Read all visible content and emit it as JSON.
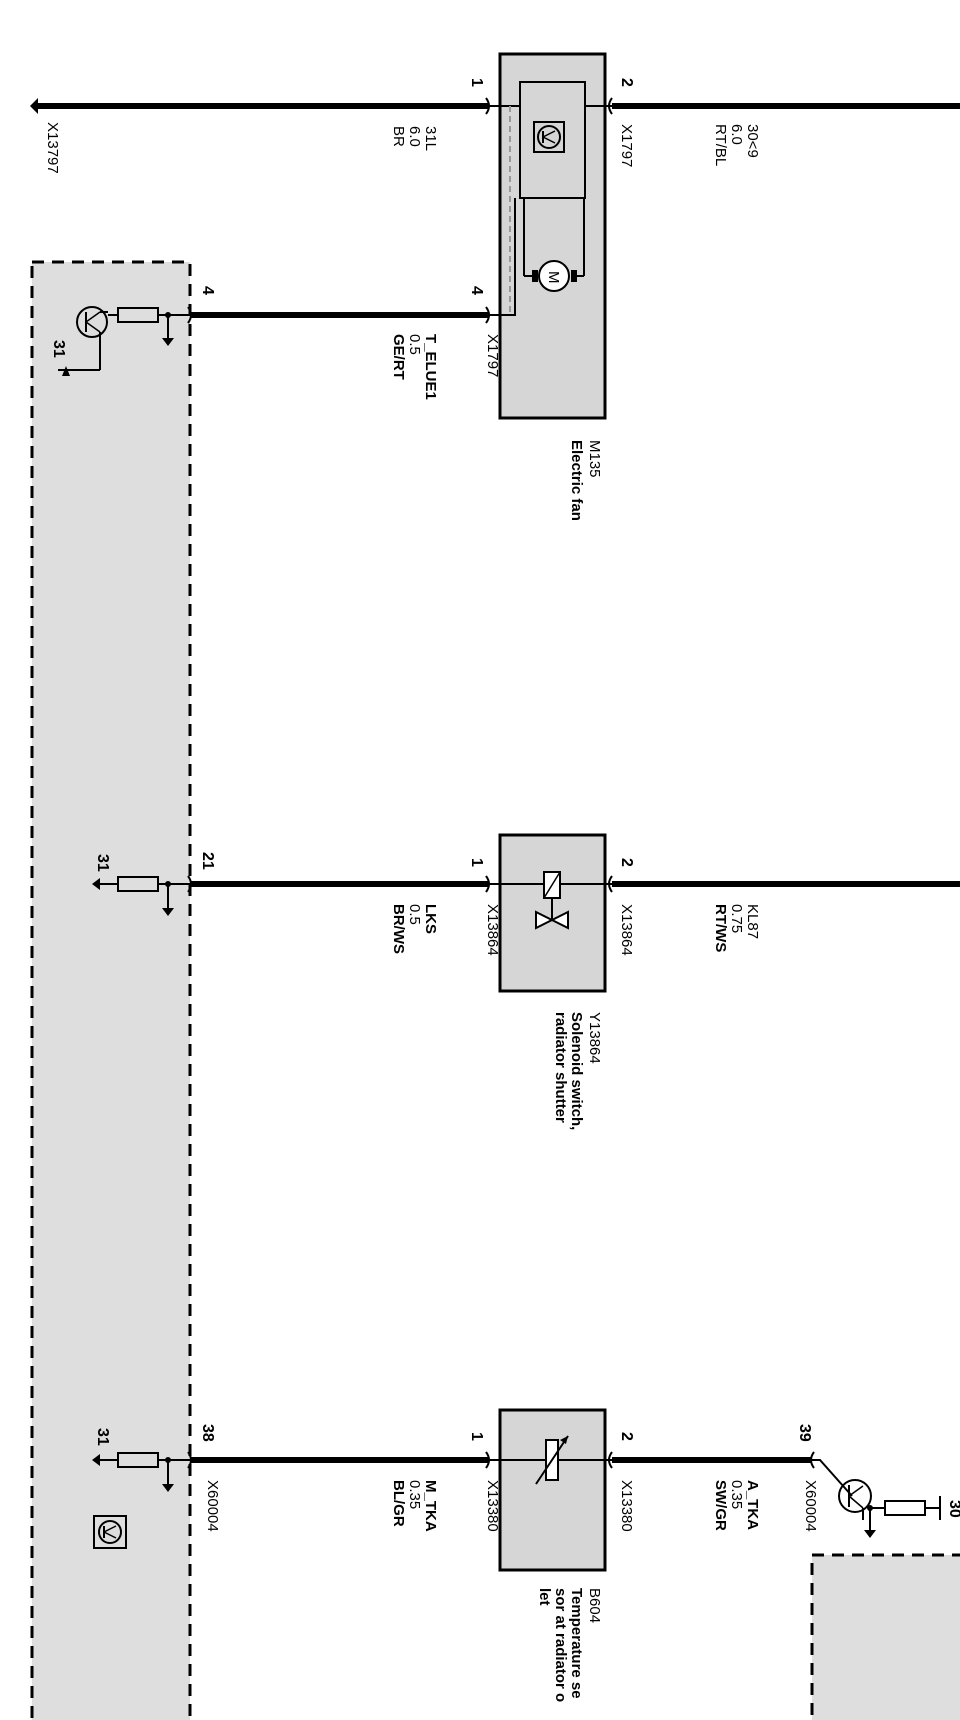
{
  "fan": {
    "id": "M135",
    "name": "Electric fan",
    "pin_left_1": "1",
    "pin_right_2": "2",
    "pin_4_component": "4",
    "pin_4_ecu": "4",
    "connector_left": "X13797",
    "connector_right": "X1797",
    "connector_4": "X1797",
    "wire_ground": [
      "31L",
      "6.0",
      "BR"
    ],
    "wire_supply": [
      "30<9",
      "6.0",
      "RT/BL"
    ],
    "wire_signal": [
      "T_ELUE1",
      "0.5",
      "GE/RT"
    ],
    "ecu_ground": "31"
  },
  "solenoid": {
    "id": "Y13864",
    "name_line1": "Solenoid switch,",
    "name_line2": "radiator shutter",
    "pin_left": "1",
    "pin_right": "2",
    "ecu_pin": "21",
    "connector_left": "X13864",
    "connector_right": "X13864",
    "wire_left": [
      "LKS",
      "0.5",
      "BR/WS"
    ],
    "wire_right": [
      "KL87",
      "0.75",
      "RT/WS"
    ],
    "ecu_ground": "31"
  },
  "sensor": {
    "id": "B604",
    "name_line1": "Temperature se",
    "name_line2": "sor at radiator o",
    "name_line3": "let",
    "pin_left": "1",
    "pin_right": "2",
    "ecu_pin_left": "38",
    "ecu_pin_right": "39",
    "connector_left": "X13380",
    "connector_right": "X13380",
    "ecu_connector_left": "X60004",
    "ecu_connector_right": "X60004",
    "wire_left": [
      "M_TKA",
      "0.35",
      "BL/GR"
    ],
    "wire_right": [
      "A_TKA",
      "0.35",
      "SW/GR"
    ],
    "ecu_ground_left": "31",
    "ecu_ground_right": "30"
  },
  "icons": [
    "transistor-icon",
    "motor-icon",
    "solenoid-valve-icon",
    "thermistor-icon",
    "ground-icon"
  ]
}
